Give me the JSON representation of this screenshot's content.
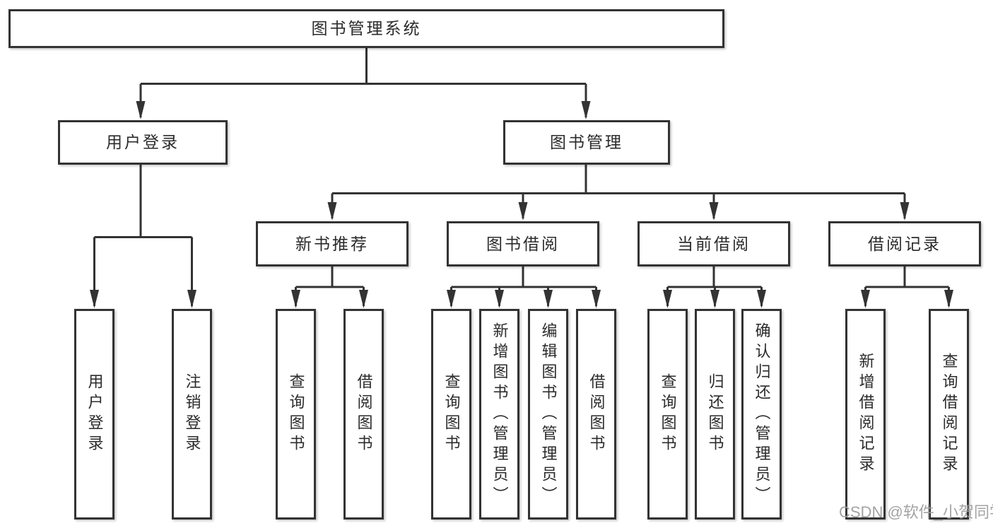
{
  "diagram": {
    "root": {
      "label": "图书管理系统",
      "children": [
        {
          "label": "用户登录",
          "children": [
            {
              "label": "用户登录"
            },
            {
              "label": "注销登录"
            }
          ]
        },
        {
          "label": "图书管理",
          "children": [
            {
              "label": "新书推荐",
              "children": [
                {
                  "label": "查询图书"
                },
                {
                  "label": "借阅图书"
                }
              ]
            },
            {
              "label": "图书借阅",
              "children": [
                {
                  "label": "查询图书"
                },
                {
                  "label": "新增图书（管理员）"
                },
                {
                  "label": "编辑图书（管理员）"
                },
                {
                  "label": "借阅图书"
                }
              ]
            },
            {
              "label": "当前借阅",
              "children": [
                {
                  "label": "查询图书"
                },
                {
                  "label": "归还图书"
                },
                {
                  "label": "确认归还（管理员）"
                }
              ]
            },
            {
              "label": "借阅记录",
              "children": [
                {
                  "label": "新增借阅记录"
                },
                {
                  "label": "查询借阅记录"
                }
              ]
            }
          ]
        }
      ]
    },
    "watermark": "CSDN @软件_小贺同学",
    "colors": {
      "line": "#333333",
      "box_fill": "#ffffff",
      "text": "#2b2b2b",
      "watermark": "#9e9e9e"
    }
  }
}
